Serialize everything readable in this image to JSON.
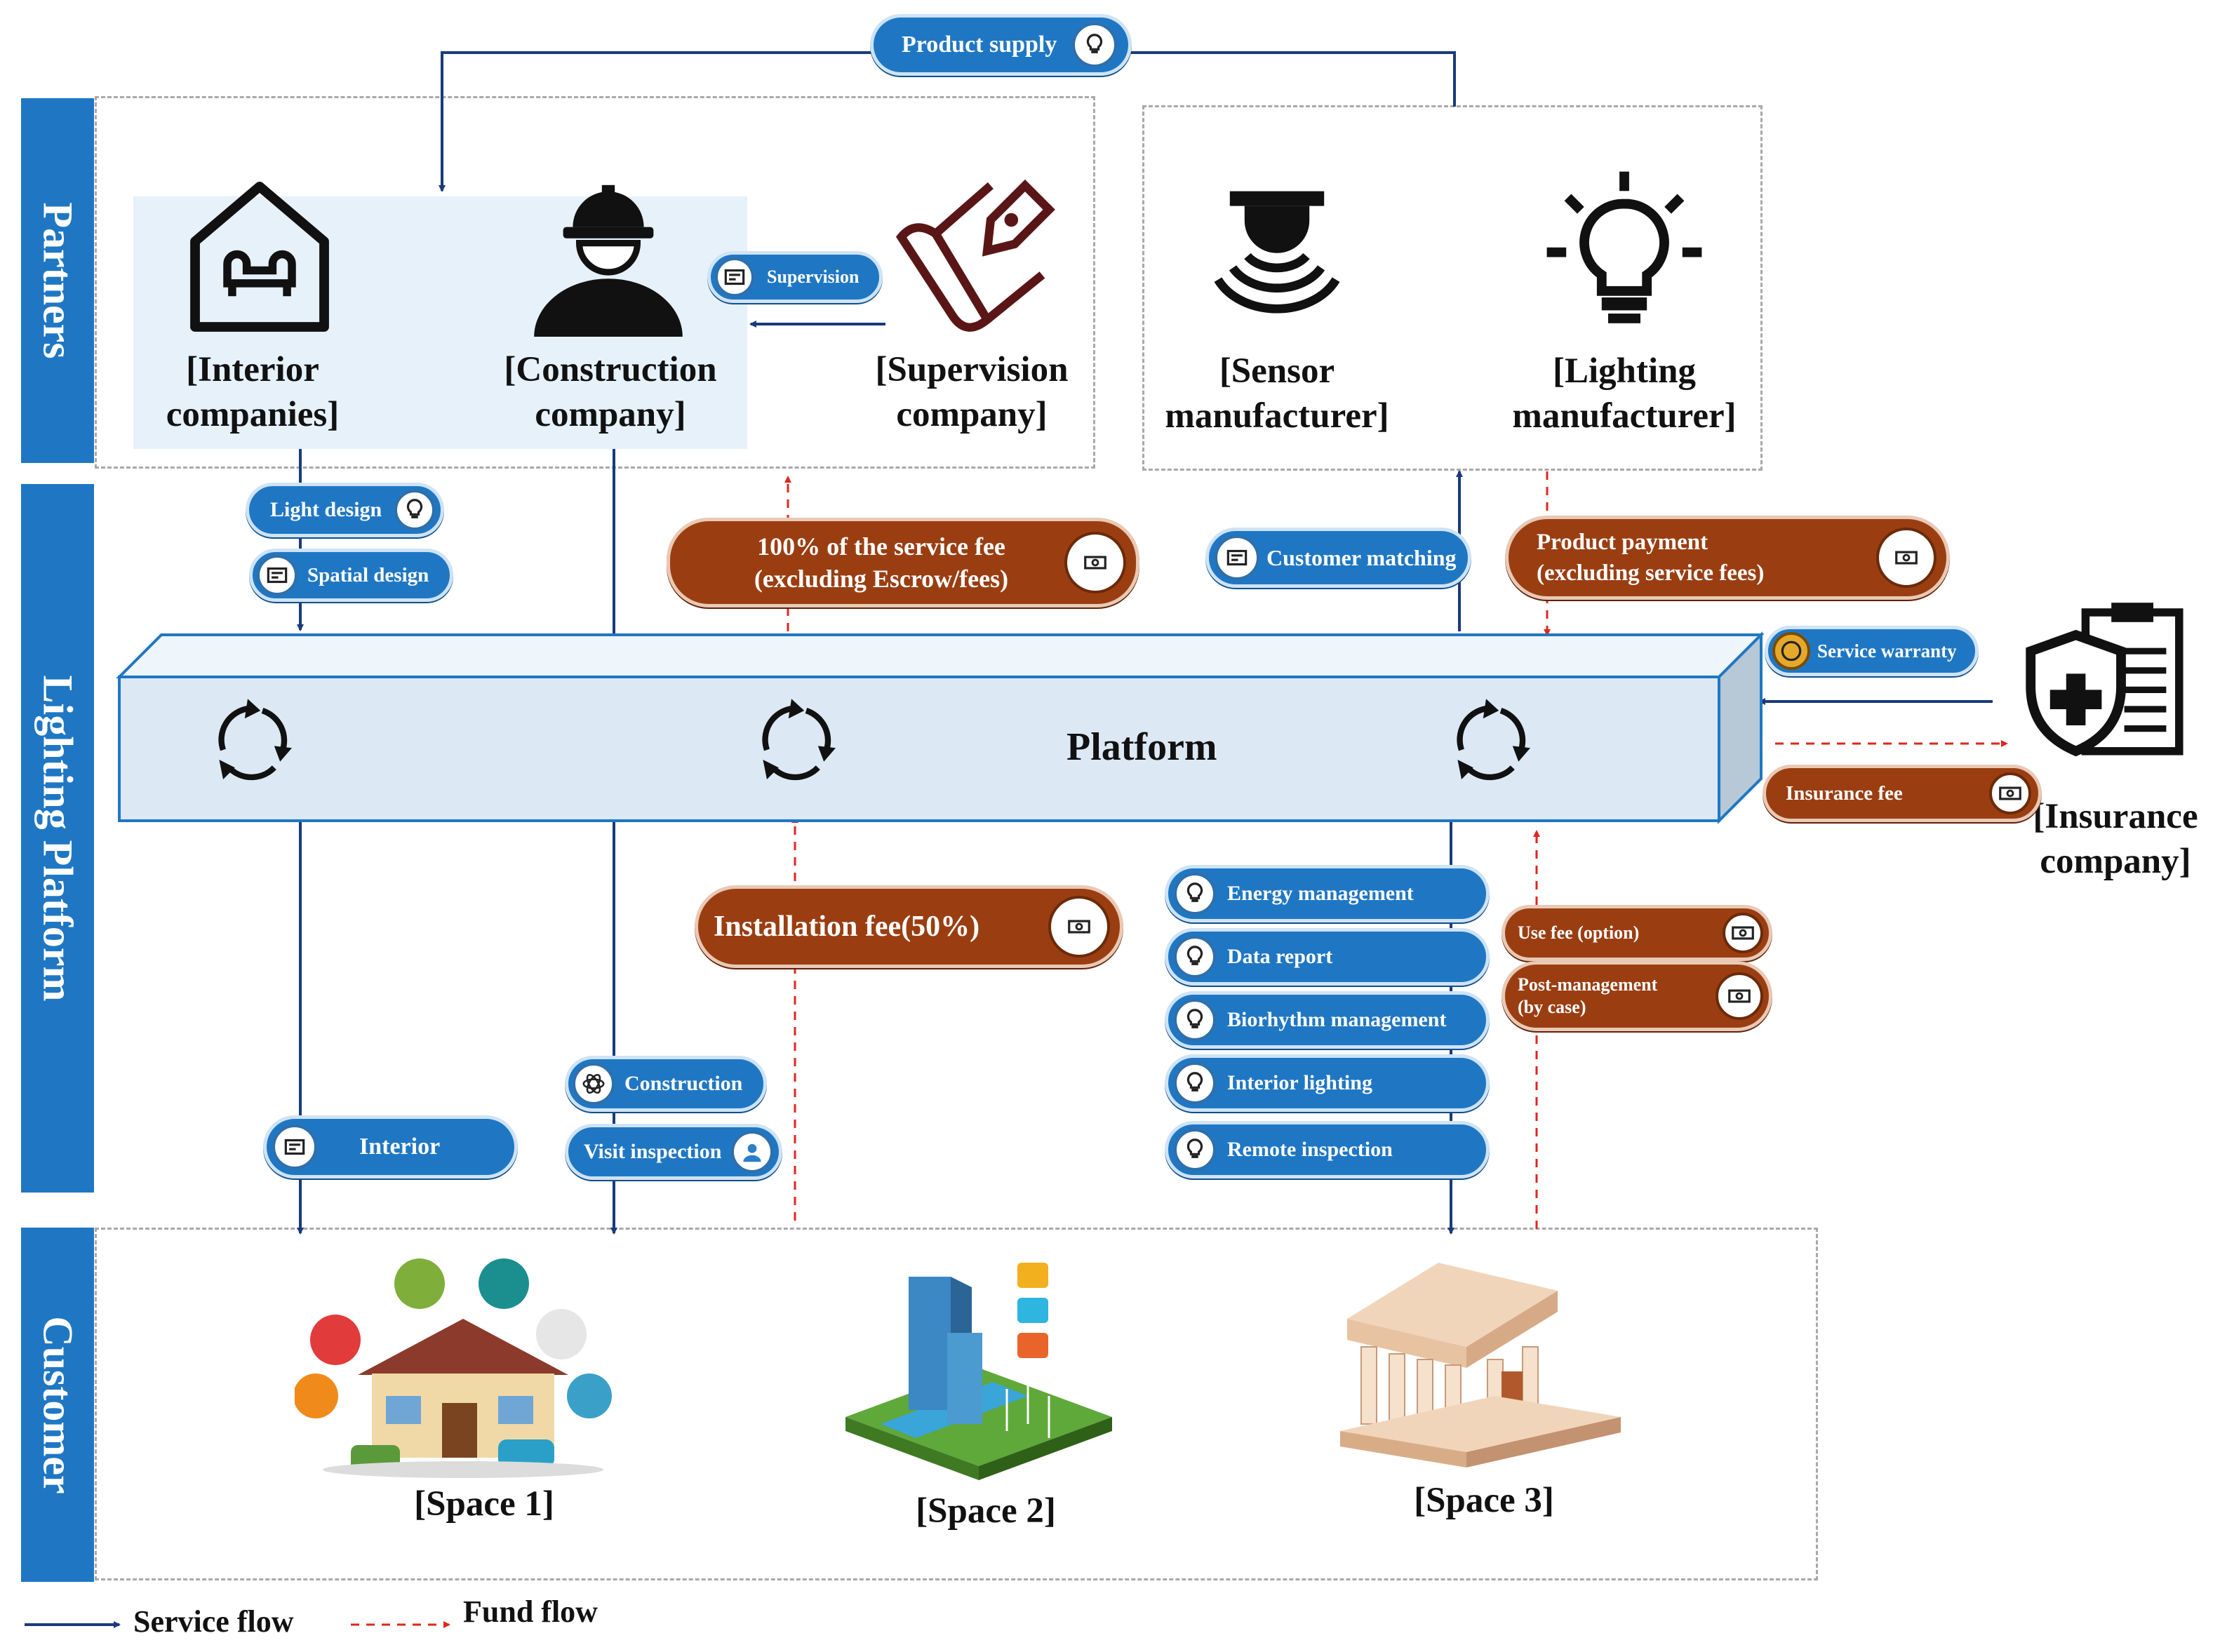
{
  "bands": {
    "partners": "Partners",
    "platform": "Lighting Platform",
    "customer": "Customer"
  },
  "top": {
    "product_supply": "Product supply"
  },
  "actors": {
    "interior": [
      "[Interior",
      "companies]"
    ],
    "construction": [
      "[Construction",
      "company]"
    ],
    "supervision": [
      "[Supervision",
      "company]"
    ],
    "sensor": [
      "[Sensor",
      "manufacturer]"
    ],
    "lighting": [
      "[Lighting",
      "manufacturer]"
    ],
    "insurance": [
      "[Insurance",
      "company]"
    ]
  },
  "platform": {
    "label": "Platform"
  },
  "service_tags": {
    "supervision": "Supervision",
    "light_design": "Light design",
    "spatial_design": "Spatial design",
    "customer_matching": "Customer matching",
    "service_warranty": "Service warranty",
    "construction": "Construction",
    "visit_inspection": "Visit inspection",
    "interior": "Interior",
    "energy_management": "Energy management",
    "data_report": "Data report",
    "biorhythm_management": "Biorhythm management",
    "interior_lighting": "Interior lighting",
    "remote_inspection": "Remote inspection"
  },
  "fund_tags": {
    "service_fee": [
      "100% of the service fee",
      "(excluding Escrow/fees)"
    ],
    "product_payment": [
      "Product payment",
      "(excluding service fees)"
    ],
    "insurance_fee": "Insurance fee",
    "installation_fee": "Installation fee(50%)",
    "use_fee": "Use fee (option)",
    "post_management": [
      "Post-management",
      "(by case)"
    ]
  },
  "spaces": {
    "space1": "[Space 1]",
    "space2": "[Space 2]",
    "space3": "[Space 3]"
  },
  "legend": {
    "service_flow": "Service flow",
    "fund_flow": "Fund flow"
  },
  "colors": {
    "band_blue": "#1f77c4",
    "tag_brown": "#9a3e12",
    "service_arrow": "#1a3a7a",
    "fund_arrow": "#e0261d",
    "platform_fill": "#dce9f5"
  }
}
